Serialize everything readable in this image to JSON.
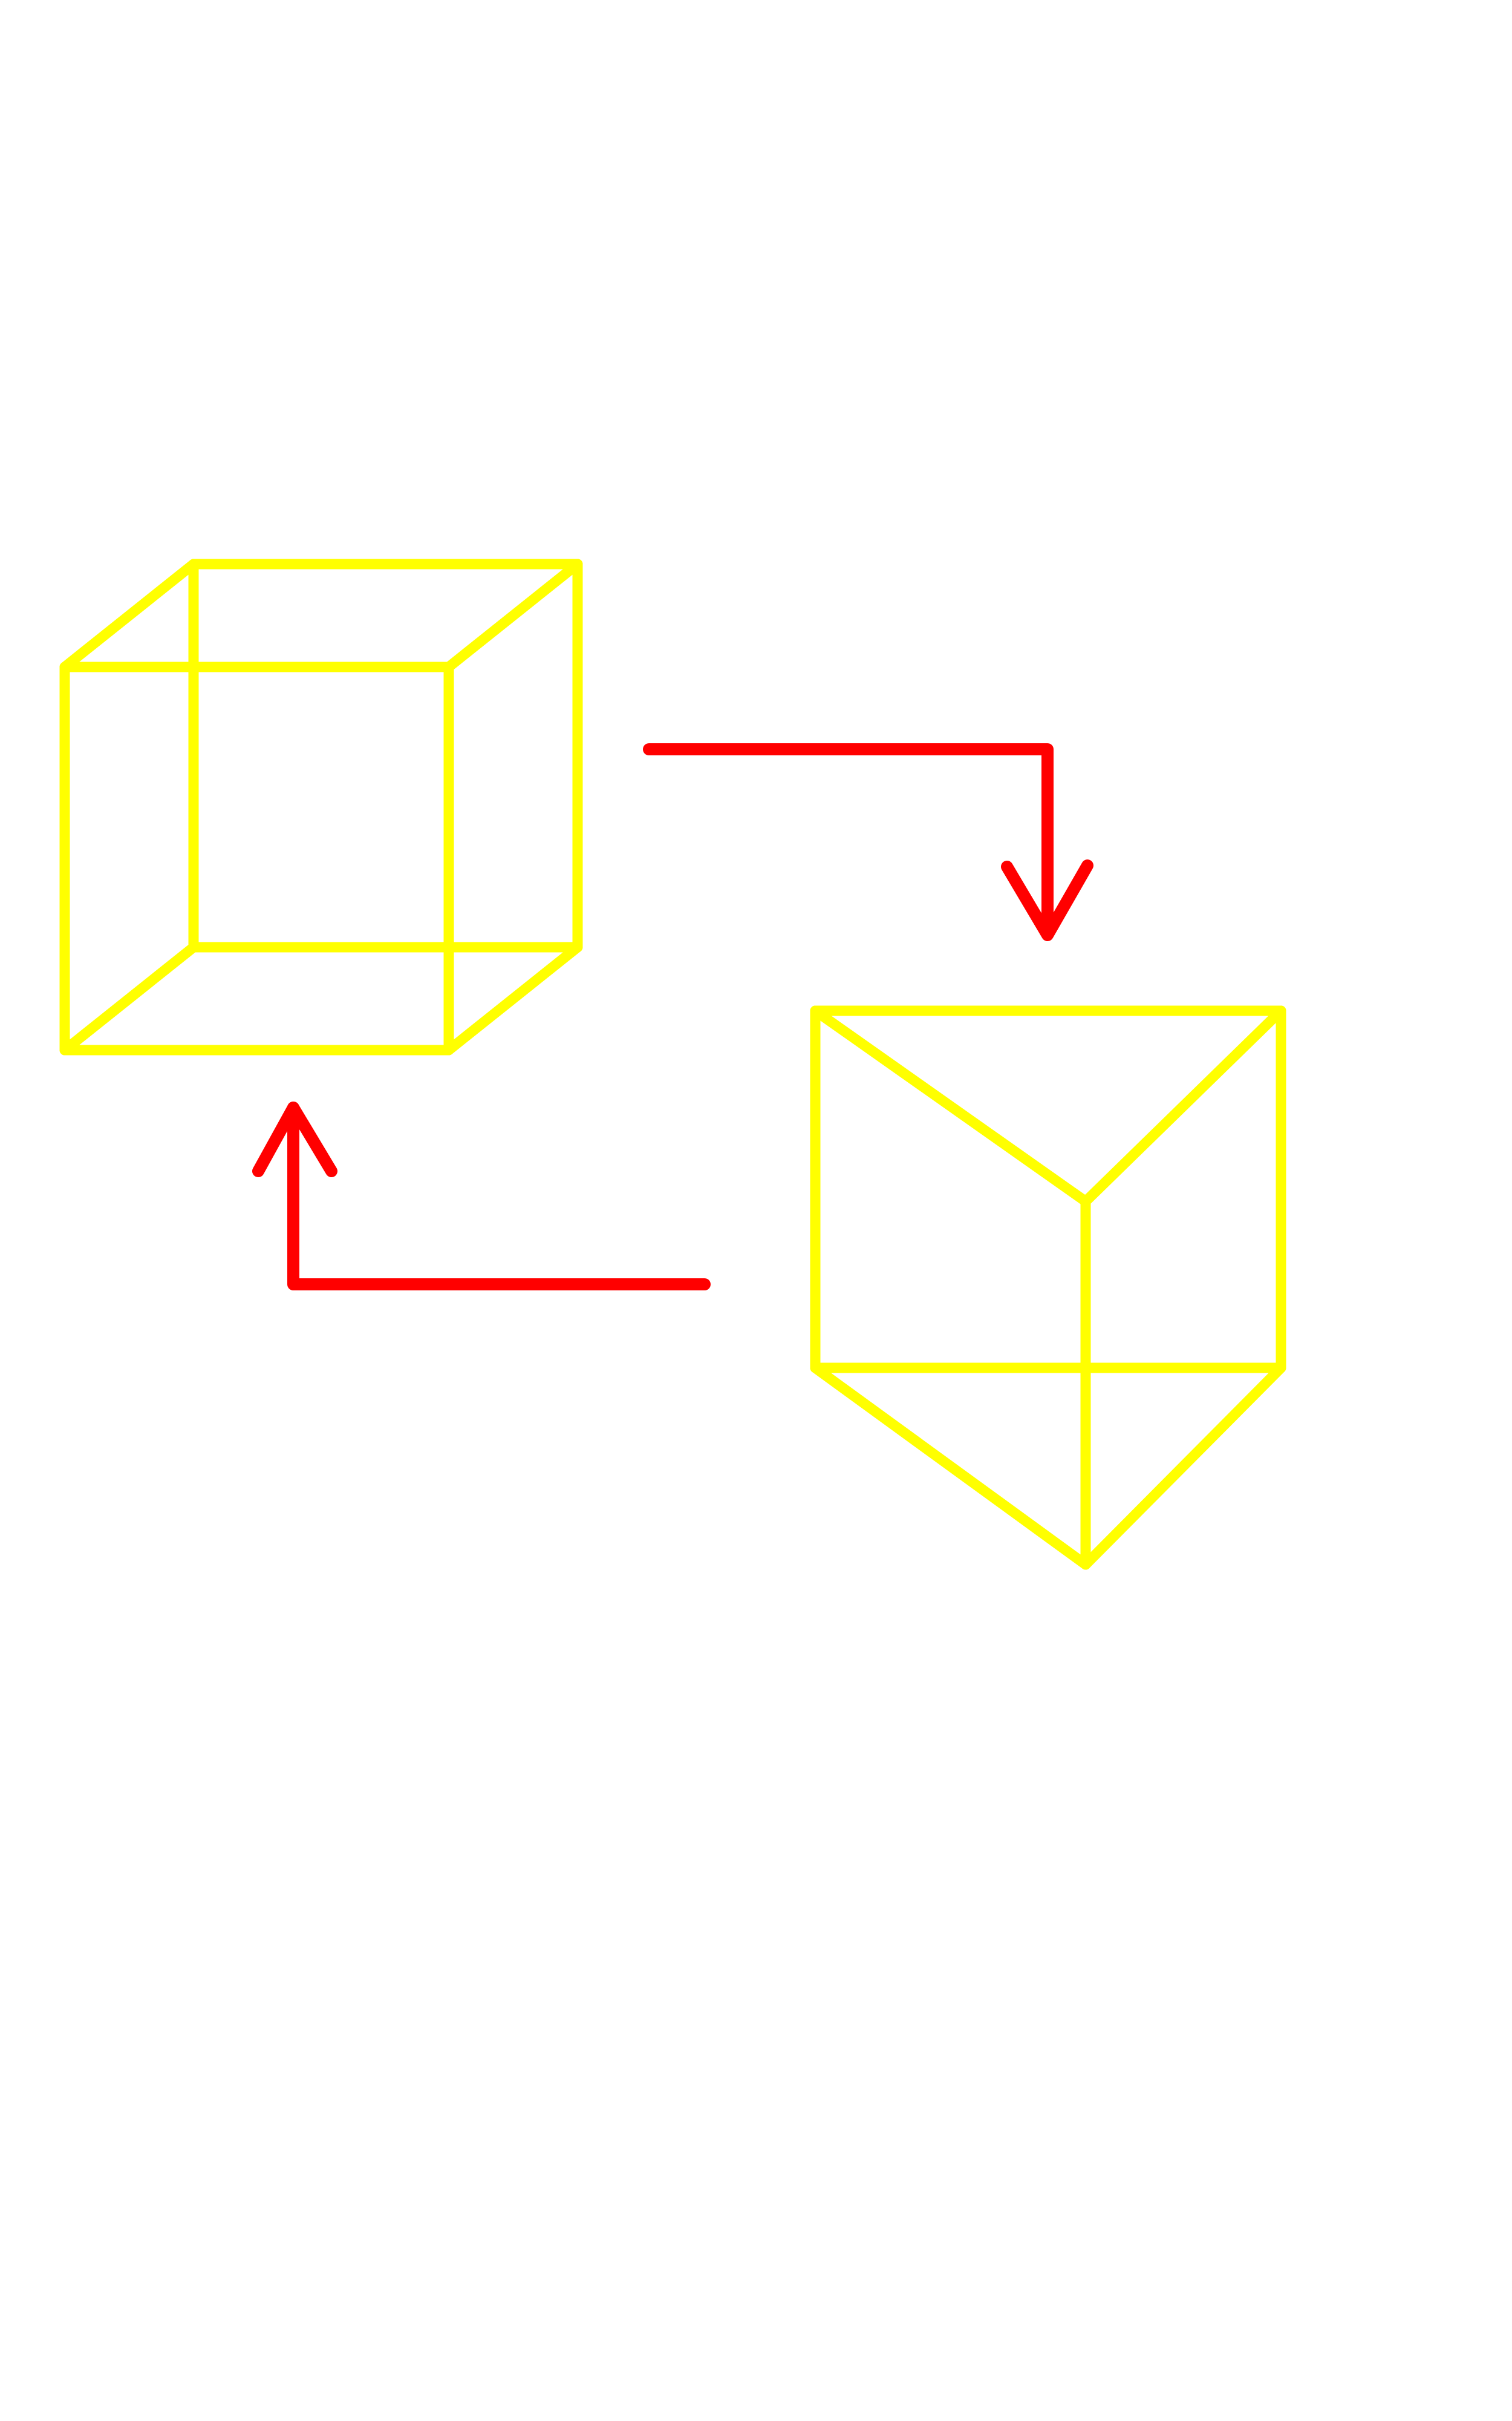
{
  "diagram": {
    "background": "#ffffff",
    "shape_color": "#ffff00",
    "arrow_color": "#ff0000",
    "shapes": [
      {
        "name": "cube",
        "style": "wireframe"
      },
      {
        "name": "triangular-prism",
        "style": "wireframe"
      }
    ],
    "arrows": [
      {
        "name": "cube-to-prism",
        "direction": "right-then-down"
      },
      {
        "name": "prism-to-cube",
        "direction": "left-then-up"
      }
    ]
  }
}
